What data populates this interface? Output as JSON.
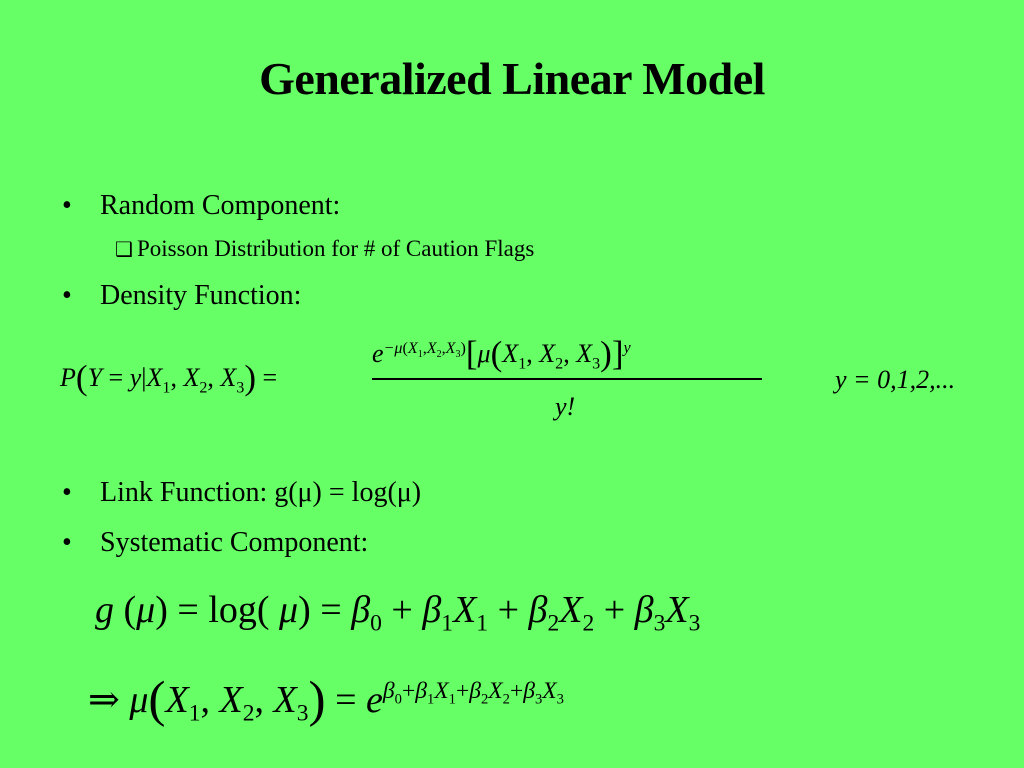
{
  "slide": {
    "title": "Generalized Linear Model",
    "bullets": [
      {
        "marker": "•",
        "text": "Random Component:"
      },
      {
        "marker": "•",
        "text": "Density Function:"
      },
      {
        "marker": "•",
        "text": "Link Function: g(μ) = log(μ)"
      },
      {
        "marker": "•",
        "text": "Systematic Component:"
      }
    ],
    "sub_bullet": {
      "marker": "❑",
      "text": "Poisson Distribution for # of Caution Flags"
    },
    "equations": {
      "density_rhs_condition": "y = 0,1,2,...",
      "denominator": "y!"
    },
    "background_color": "#66FF66"
  }
}
